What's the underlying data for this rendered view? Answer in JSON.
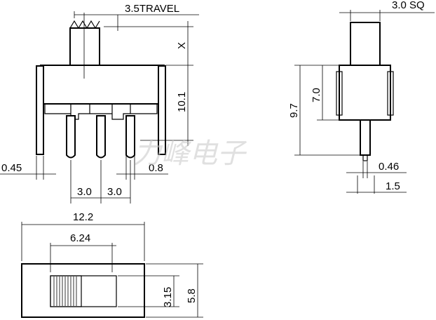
{
  "front_view": {
    "travel": "3.5TRAVEL",
    "stroke": "X",
    "height": "10.1",
    "pin_width": "0.45",
    "terminal_width": "0.8",
    "pitch_left": "3.0",
    "pitch_right": "3.0"
  },
  "side_view": {
    "actuator_size": "3.0 SQ",
    "total_height": "9.7",
    "body_height": "7.0",
    "pin_thickness": "0.46",
    "pin_offset": "1.5"
  },
  "top_view": {
    "length": "12.2",
    "hole_length": "6.24",
    "hole_width": "3.15",
    "width": "5.8"
  },
  "watermark": "力峰电子"
}
